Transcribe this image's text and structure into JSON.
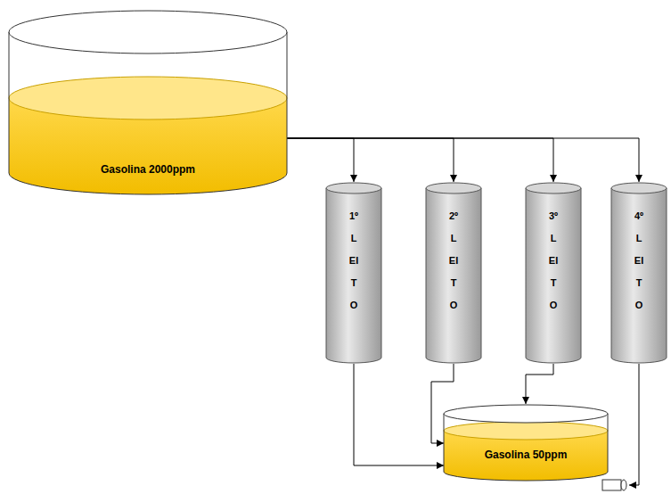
{
  "diagram": {
    "nodes": [
      {
        "text": [
          "Gasolina 2000ppm"
        ]
      },
      {
        "text": [
          "1º",
          "LEITO"
        ]
      },
      {
        "text": [
          "2º",
          "LEITO"
        ]
      },
      {
        "text": [
          "3º",
          "LEITO"
        ]
      },
      {
        "text": [
          "4º",
          "LEITO"
        ]
      },
      {
        "text": [
          "Gasolina 50ppm"
        ]
      }
    ],
    "edges": [
      {
        "from": 0,
        "to": 1,
        "arrow": "to"
      },
      {
        "from": 0,
        "to": 2,
        "arrow": "to"
      },
      {
        "from": 0,
        "to": 3,
        "arrow": "to"
      },
      {
        "from": 0,
        "to": 4,
        "arrow": "to"
      },
      {
        "from": 1,
        "to": 5,
        "arrow": "to"
      },
      {
        "from": 2,
        "to": 5,
        "arrow": "to"
      },
      {
        "from": 3,
        "to": 5,
        "arrow": "to"
      },
      {
        "from": 4,
        "to": 5,
        "arrow": "to"
      }
    ]
  }
}
